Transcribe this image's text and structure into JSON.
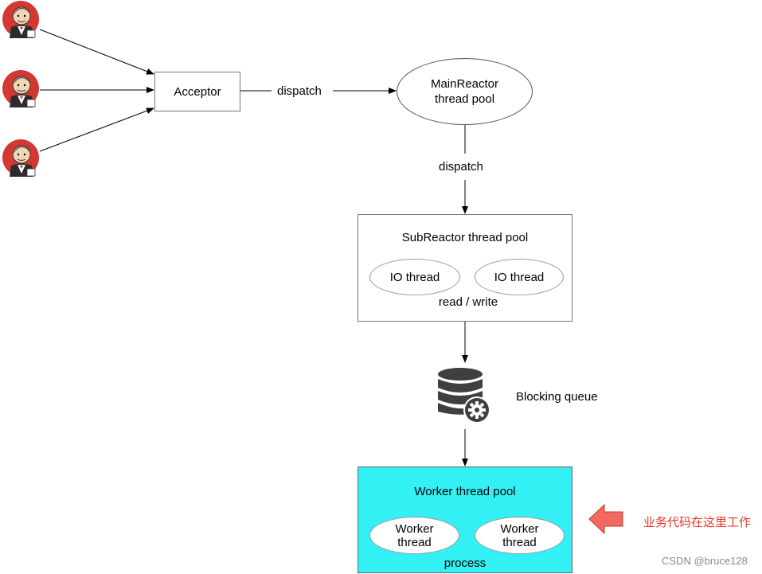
{
  "acceptor": {
    "label": "Acceptor"
  },
  "main_reactor": {
    "line1": "MainReactor",
    "line2": "thread pool"
  },
  "dispatch_labels": [
    "dispatch",
    "dispatch"
  ],
  "sub_reactor": {
    "title": "SubReactor thread pool",
    "threads": [
      "IO thread",
      "IO thread"
    ],
    "caption": "read / write"
  },
  "blocking_queue": {
    "label": "Blocking queue",
    "icon": "database-gear-icon"
  },
  "worker_pool": {
    "title": "Worker thread pool",
    "threads": [
      {
        "line1": "Worker",
        "line2": "thread"
      },
      {
        "line1": "Worker",
        "line2": "thread"
      }
    ],
    "caption": "process",
    "fill": "#33f0f5"
  },
  "note": {
    "text": "业务代码在这里工作",
    "color": "#e8362a",
    "icon": "arrow-left-icon"
  },
  "clients": [
    {
      "icon": "jenkins-avatar-icon"
    },
    {
      "icon": "jenkins-avatar-icon"
    },
    {
      "icon": "jenkins-avatar-icon"
    }
  ],
  "watermark": "CSDN @bruce128"
}
